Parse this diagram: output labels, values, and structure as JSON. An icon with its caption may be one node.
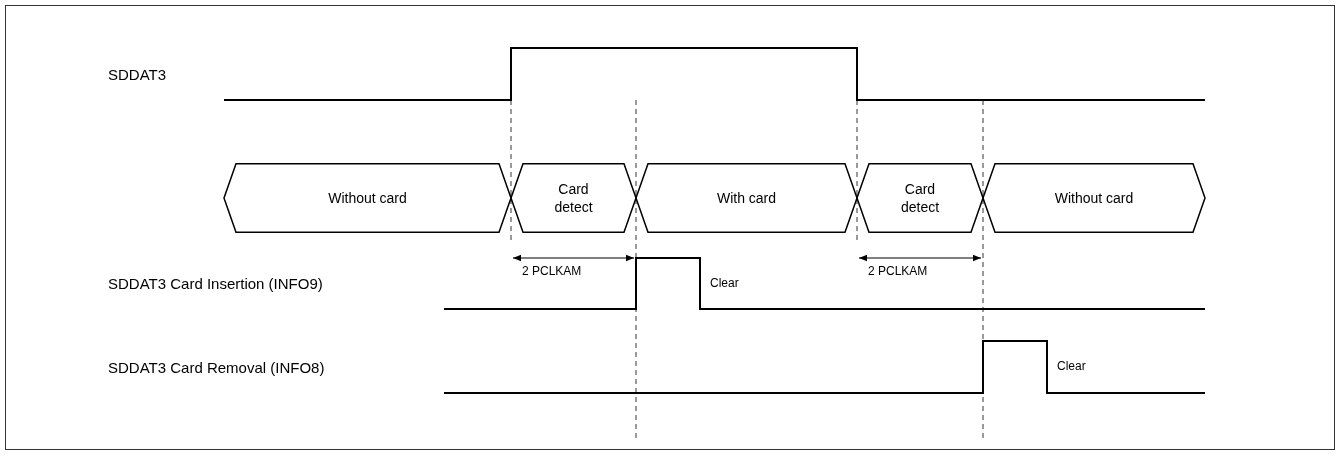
{
  "diagram": {
    "nodes": [
      {
        "text": [
          "Without card"
        ]
      },
      {
        "text": [
          "Card detect"
        ]
      },
      {
        "text": [
          "With card"
        ]
      },
      {
        "text": [
          "Card detect"
        ]
      },
      {
        "text": [
          "Without card"
        ]
      }
    ],
    "labels": [
      "SDDAT3",
      "2 PCLKAM",
      "2 PCLKAM",
      "SDDAT3 Card Insertion (INFO9)",
      "Clear",
      "SDDAT3 Card Removal (INFO8)",
      "Clear"
    ]
  }
}
